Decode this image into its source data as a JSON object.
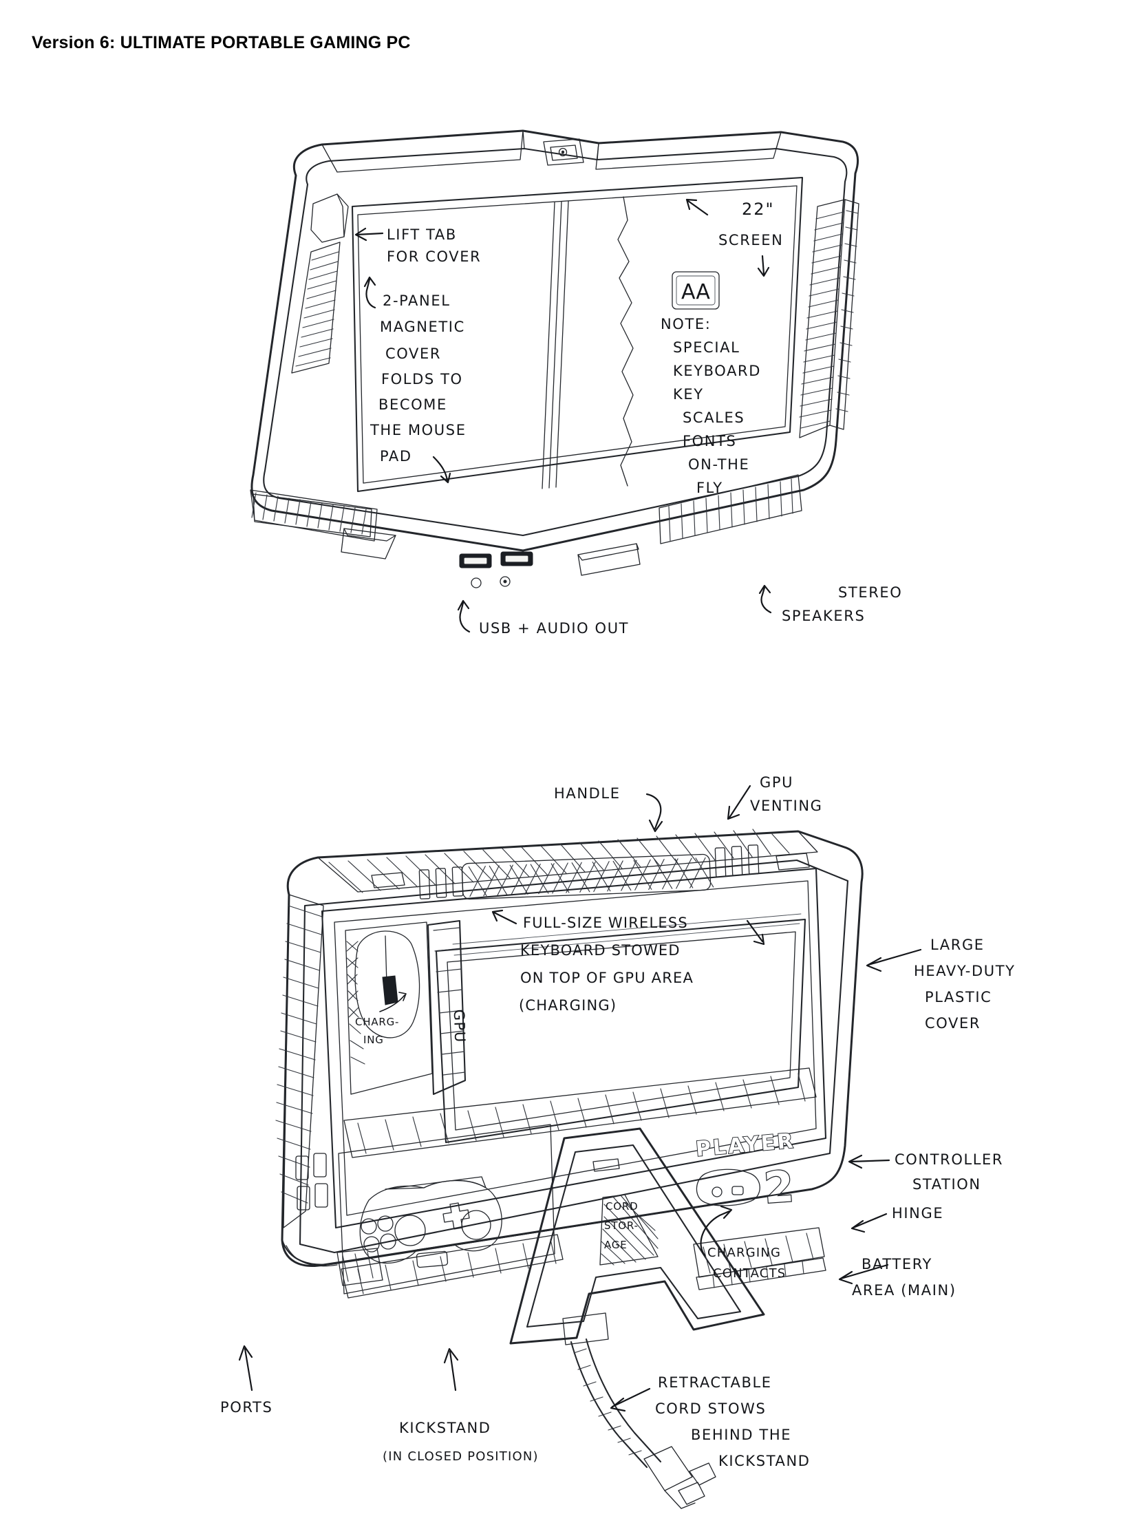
{
  "page": {
    "title": "Version 6: ULTIMATE PORTABLE GAMING PC",
    "background_color": "#ffffff",
    "ink_color": "#23262b",
    "medium": "hand-drawn pen concept sketch"
  },
  "figures": [
    {
      "id": "figure-front-closed",
      "caption": "Front view of the portable gaming PC with magnetic cover and screen"
    },
    {
      "id": "figure-rear-open",
      "caption": "Rear / interior view showing stowed keyboard, GPU area, controller station and kickstand"
    }
  ],
  "top_sketch": {
    "name": "front-view-sketch",
    "annotations": {
      "lift_tab": [
        "LIFT TAB",
        "FOR COVER"
      ],
      "magnetic_cover": [
        "2-PANEL",
        "MAGNETIC",
        "COVER",
        "FOLDS TO",
        "BECOME",
        "THE MOUSE",
        "PAD"
      ],
      "screen_size": "22\"",
      "screen_label": "SCREEN",
      "font_icon": "Aa",
      "keyboard_note": [
        "NOTE:",
        "SPECIAL",
        "KEYBOARD",
        "KEY",
        "SCALES",
        "FONTS",
        "ON-THE",
        "FLY"
      ],
      "usb_audio": "USB + AUDIO OUT",
      "stereo_speakers": [
        "STEREO",
        "SPEAKERS"
      ]
    }
  },
  "bottom_sketch": {
    "name": "rear-view-sketch",
    "annotations": {
      "handle": "HANDLE",
      "gpu_venting": [
        "GPU",
        "VENTING"
      ],
      "keyboard_stowed": [
        "FULL-SIZE  WIRELESS",
        "KEYBOARD   STOWED",
        "ON TOP OF  GPU AREA",
        "(CHARGING)"
      ],
      "plastic_cover": [
        "LARGE",
        "HEAVY-DUTY",
        "PLASTIC",
        "COVER"
      ],
      "controller_station": [
        "CONTROLLER",
        "STATION"
      ],
      "hinge": "HINGE",
      "battery_area": [
        "BATTERY",
        "AREA (MAIN)"
      ],
      "charging_mouse": [
        "CHARG-",
        "ING"
      ],
      "gpu_vertical": "GPU",
      "player_badge": "PLAYER",
      "player_number": "2",
      "charging_contacts": [
        "CHARGING",
        "CONTACTS"
      ],
      "cord_storage": [
        "CORD",
        "STOR-",
        "AGE"
      ],
      "ports": "PORTS",
      "kickstand": [
        "KICKSTAND",
        "(IN CLOSED POSITION)"
      ],
      "retractable_cord": [
        "RETRACTABLE",
        "CORD STOWS",
        "BEHIND THE",
        "KICKSTAND"
      ]
    }
  }
}
